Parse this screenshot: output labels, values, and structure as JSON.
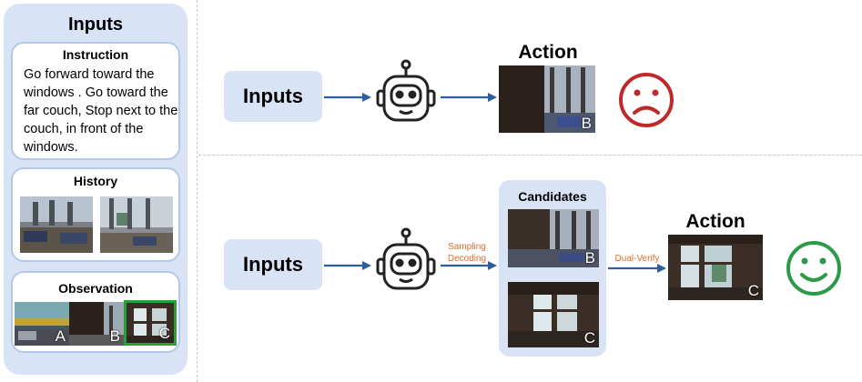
{
  "left_panel": {
    "title": "Inputs",
    "instruction": {
      "title": "Instruction",
      "text": "Go forward toward the windows . Go toward the far couch,  Stop next to the couch, in front of the windows."
    },
    "history": {
      "title": "History"
    },
    "observation": {
      "title": "Observation",
      "labels": [
        "A",
        "B",
        "C"
      ]
    }
  },
  "top_flow": {
    "inputs_label": "Inputs",
    "action_title": "Action",
    "action_label": "B",
    "outcome_icon": "sad-face-icon",
    "outcome_color": "#c0292b"
  },
  "bottom_flow": {
    "inputs_label": "Inputs",
    "sampling_label": "Sampling\nDecoding",
    "candidates_title": "Candidates",
    "candidate_labels": [
      "B",
      "C"
    ],
    "verify_label": "Dual-Verify",
    "action_title": "Action",
    "action_label": "C",
    "outcome_icon": "happy-face-icon",
    "outcome_color": "#2c9a48"
  },
  "colors": {
    "panel": "#d9e3f6",
    "card_border": "#b4c8ea",
    "arrow": "#2e5e9e",
    "highlight": "#27a03a",
    "orange_text": "#e46c2a"
  }
}
